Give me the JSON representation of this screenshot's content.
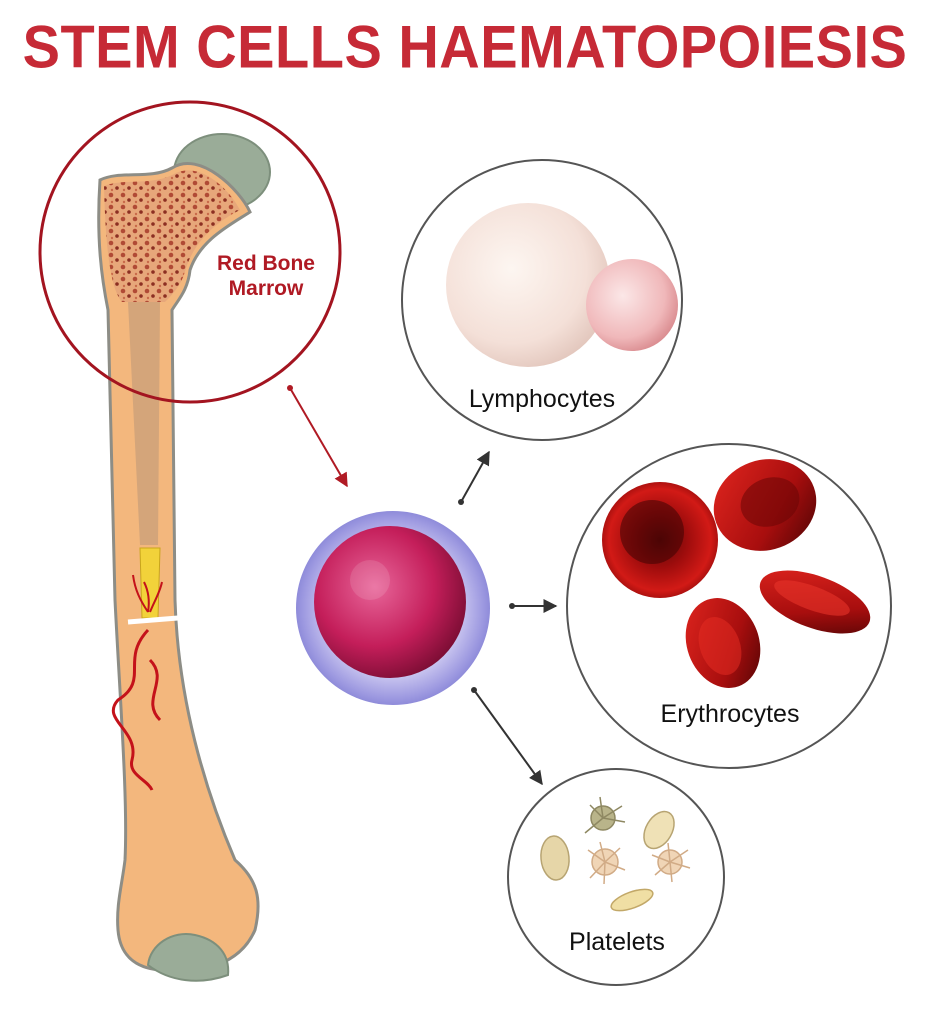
{
  "title": "STEM CELLS HAEMATOPOIESIS",
  "marrow_label_line1": "Red Bone",
  "marrow_label_line2": "Marrow",
  "cells": {
    "lymphocytes": "Lymphocytes",
    "erythrocytes": "Erythrocytes",
    "platelets": "Platelets"
  },
  "colors": {
    "title": "#c62a36",
    "bone": "#f0b47a",
    "cartilage": "#9aac98",
    "marrow_circle": "#a31420",
    "stem_cell_nucleus": "#c41e5a",
    "stem_cell_membrane": "#8f8fd9",
    "erythrocyte": "#c4120e"
  }
}
